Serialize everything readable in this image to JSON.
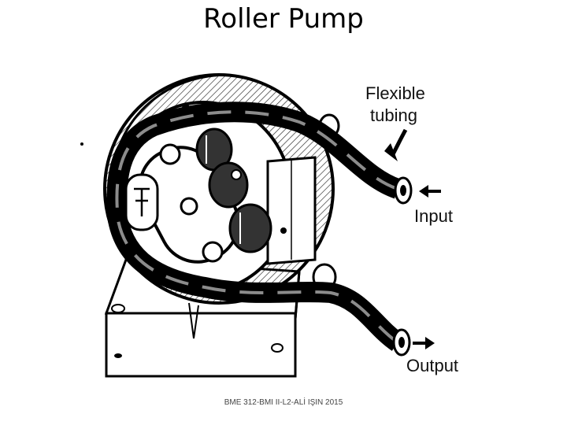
{
  "slide": {
    "title": "Roller Pump",
    "footer": "BME 312-BMI II-L2-ALİ IŞIN 2015"
  },
  "diagram": {
    "labels": {
      "flexible_line1": "Flexible",
      "flexible_line2": "tubing",
      "input": "Input",
      "output": "Output"
    }
  }
}
